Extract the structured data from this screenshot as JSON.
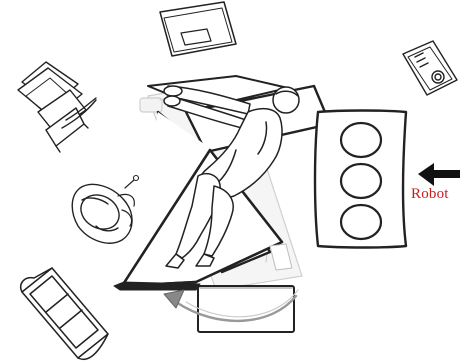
{
  "labels": {
    "robot": "Robot"
  },
  "colors": {
    "robot_label": "#c41e1e",
    "arrow": "#111111",
    "line": "#222222",
    "shadow": "#d8d8d8"
  },
  "icons": {
    "robot_arrow": "left-arrow-icon",
    "rotate_arrow": "curved-arrow-icon"
  },
  "elements": [
    "monitor-screen",
    "control-panel",
    "anesthesia-machine",
    "anesthesiologist",
    "operating-table",
    "patient",
    "robot-base",
    "instrument-table",
    "chair"
  ]
}
